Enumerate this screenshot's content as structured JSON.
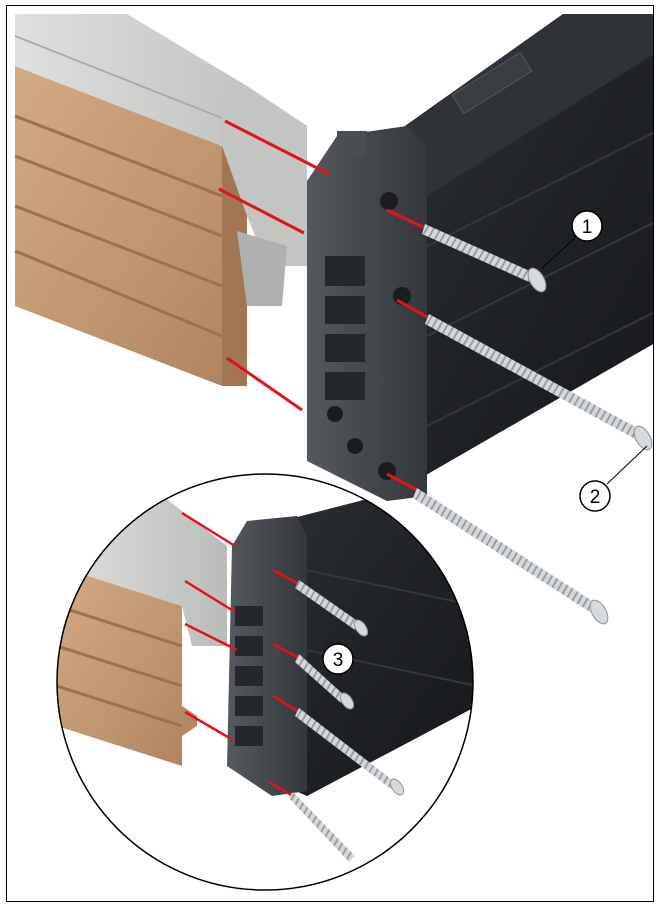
{
  "callouts": [
    {
      "label": "1"
    },
    {
      "label": "2"
    },
    {
      "label": "3"
    }
  ],
  "colors": {
    "frame_border": "#000000",
    "wood": "#c49a72",
    "wood_dark": "#a27652",
    "aluminium": "#c8cbc7",
    "profile_black": "#1f2124",
    "connector_grey": "#3c3f43",
    "screw": "#c9ccd0",
    "guide_line": "#e0141b"
  },
  "icons": [
    "screw-icon",
    "wood-profile",
    "aluminium-cap",
    "black-frame-profile",
    "connector-block",
    "detail-magnifier-circle"
  ]
}
